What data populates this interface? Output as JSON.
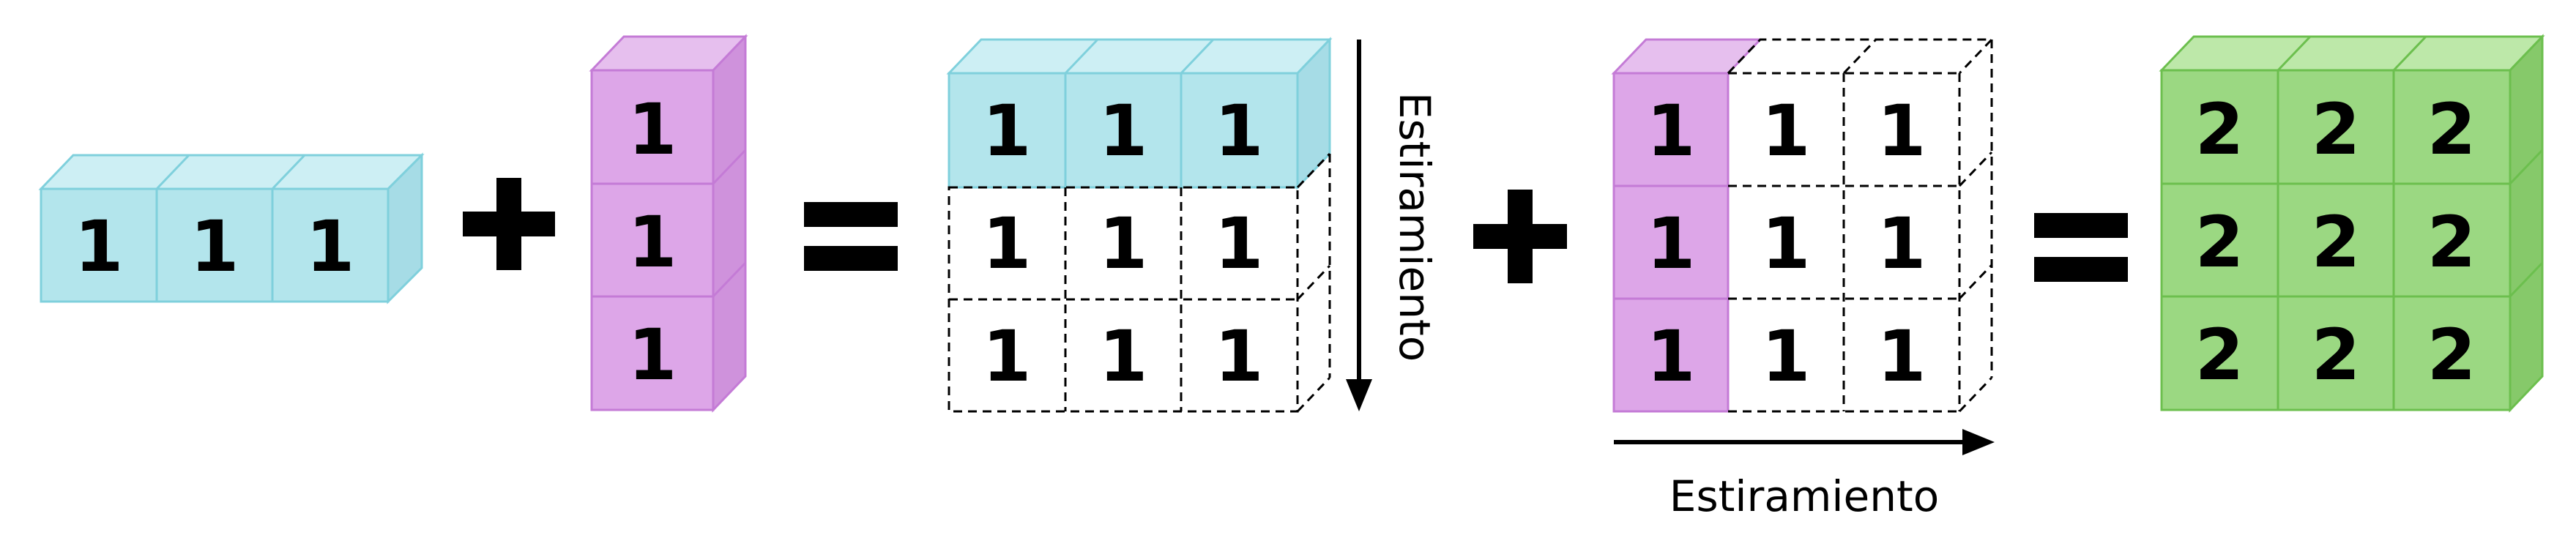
{
  "row_vector": {
    "values": [
      "1",
      "1",
      "1"
    ],
    "color": "#b3e5ec",
    "edge": "#7fd0dc"
  },
  "col_vector": {
    "values": [
      "1",
      "1",
      "1"
    ],
    "color": "#dda6e8",
    "edge": "#c47bd6"
  },
  "operators": {
    "plus": "+",
    "equals": "="
  },
  "stretched_row": {
    "values": [
      [
        "1",
        "1",
        "1"
      ],
      [
        "1",
        "1",
        "1"
      ],
      [
        "1",
        "1",
        "1"
      ]
    ],
    "stretch_label": "Estiramiento",
    "stretch_direction": "down"
  },
  "stretched_col": {
    "values": [
      [
        "1",
        "1",
        "1"
      ],
      [
        "1",
        "1",
        "1"
      ],
      [
        "1",
        "1",
        "1"
      ]
    ],
    "stretch_label": "Estiramiento",
    "stretch_direction": "right"
  },
  "result": {
    "values": [
      [
        "2",
        "2",
        "2"
      ],
      [
        "2",
        "2",
        "2"
      ],
      [
        "2",
        "2",
        "2"
      ]
    ],
    "color": "#9bd882",
    "edge": "#6cbf4e"
  }
}
